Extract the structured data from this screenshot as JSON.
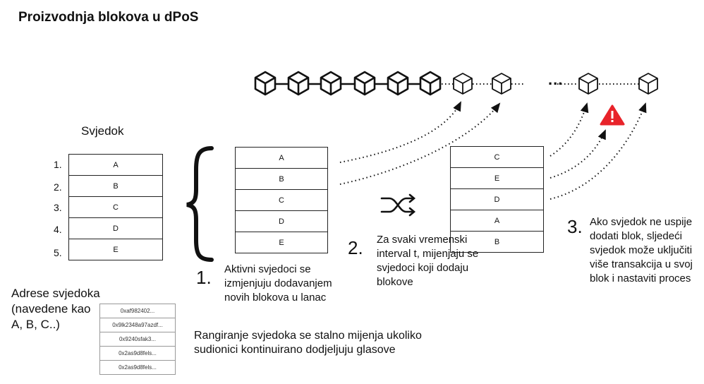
{
  "title": "Proizvodnja blokova u dPoS",
  "witness_heading": "Svjedok",
  "ranks": [
    "1.",
    "2.",
    "3.",
    "4.",
    "5."
  ],
  "ranked_witnesses": [
    "A",
    "B",
    "C",
    "D",
    "E"
  ],
  "active_witnesses": [
    "A",
    "B",
    "C",
    "D",
    "E"
  ],
  "shuffled_witnesses": [
    "C",
    "E",
    "D",
    "A",
    "B"
  ],
  "ellipsis": "...",
  "addresses_label": "Adrese svjedoka (navedene kao A, B, C..)",
  "addresses": [
    "0xaf982402...",
    "0x9lk2348a97azdf...",
    "0x9240sfak3...",
    "0x2as9d8fels...",
    "0x2as9d8fels..."
  ],
  "ranking_note": "Rangiranje svjedoka se stalno mijenja ukoliko sudionici kontinuirano dodjeljuju glasove",
  "steps": [
    {
      "number": "1.",
      "text": "Aktivni svjedoci se izmjenjuju dodavanjem novih blokova u lanac"
    },
    {
      "number": "2.",
      "text": "Za svaki vremenski interval t, mijenjaju se svjedoci koji dodaju blokove"
    },
    {
      "number": "3.",
      "text": "Ako svjedok ne uspije dodati blok, sljedeći svjedok može uključiti više transakcija u svoj blok i nastaviti proces"
    }
  ],
  "colors": {
    "warning": "#e8232a",
    "line": "#222222"
  },
  "icons": [
    "cube-icon",
    "shuffle-icon",
    "warning-icon"
  ]
}
